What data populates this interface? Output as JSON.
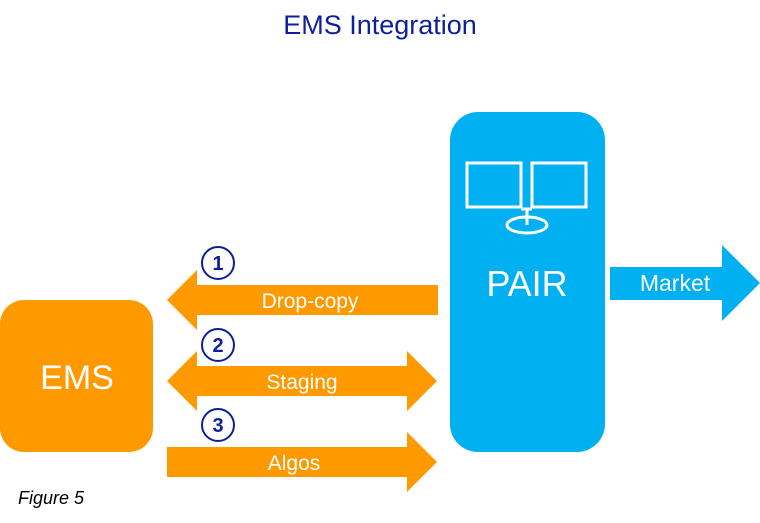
{
  "title": "EMS Integration",
  "caption": "Figure 5",
  "colors": {
    "ems": "#ff9900",
    "pair": "#00b0f0",
    "title": "#0c1f9c",
    "step_circle": "#0c1f9c"
  },
  "nodes": {
    "ems": {
      "label": "EMS"
    },
    "pair": {
      "label": "PAIR",
      "icon": "dual-monitor-icon"
    }
  },
  "flows": [
    {
      "step": "1",
      "label": "Drop-copy",
      "direction": "PAIR to EMS"
    },
    {
      "step": "2",
      "label": "Staging",
      "direction": "bidirectional"
    },
    {
      "step": "3",
      "label": "Algos",
      "direction": "EMS to PAIR"
    }
  ],
  "market": {
    "label": "Market",
    "direction": "PAIR to Market"
  }
}
